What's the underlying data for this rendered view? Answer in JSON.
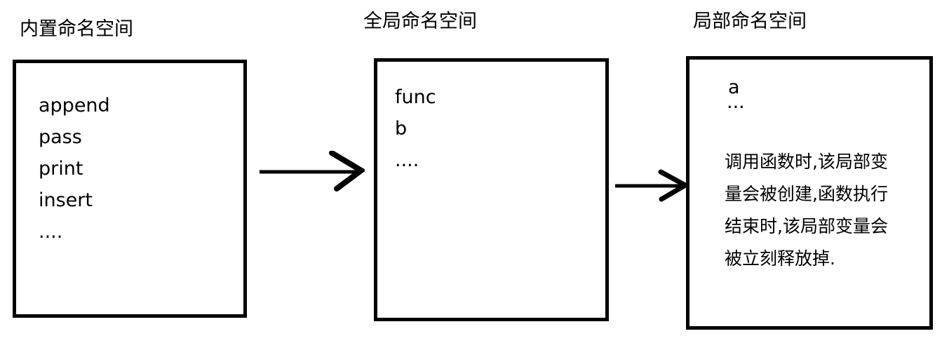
{
  "diagram": {
    "colors": {
      "background": "#ffffff",
      "stroke": "#000000",
      "text": "#000000"
    },
    "boxes": [
      {
        "title": "内置命名空间",
        "items": [
          "append",
          "pass",
          "print",
          "insert",
          "...."
        ]
      },
      {
        "title": "全局命名空间",
        "items": [
          "func",
          "b",
          "...."
        ]
      },
      {
        "title": "局部命名空间",
        "items": [
          "a",
          "..."
        ],
        "note_lines": [
          "调用函数时,该局部变",
          "量会被创建,函数执行",
          "结束时,该局部变量会",
          "被立刻释放掉."
        ]
      }
    ],
    "arrows": [
      {
        "name": "builtin-to-global",
        "glyph": "→"
      },
      {
        "name": "global-to-local",
        "glyph": "→"
      }
    ]
  }
}
